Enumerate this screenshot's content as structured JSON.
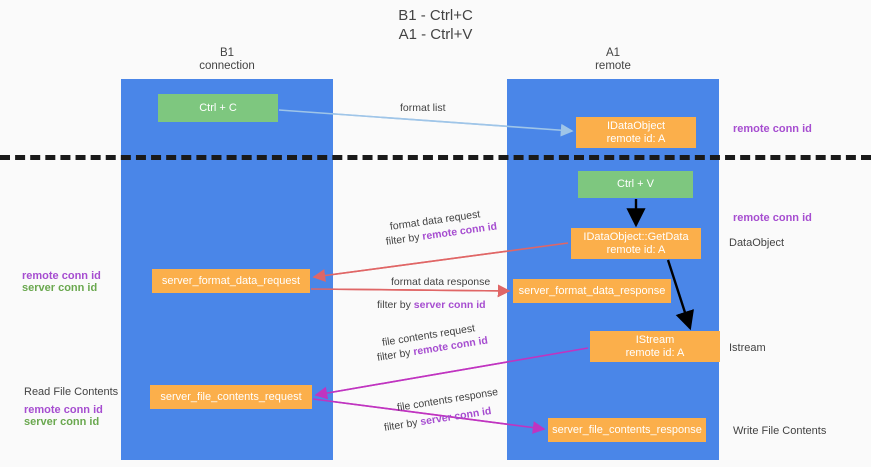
{
  "title_line1": "B1 - Ctrl+C",
  "title_line2": "A1 - Ctrl+V",
  "columns": {
    "b1": {
      "name": "B1",
      "role": "connection"
    },
    "a1": {
      "name": "A1",
      "role": "remote"
    }
  },
  "colors": {
    "lane": "#4a86e8",
    "green_node": "#7ec77f",
    "orange_node": "#fbaf4b",
    "remote_conn_id": "#a64dd0",
    "server_conn_id": "#6aa84f",
    "arrow_blue": "#9fc5e8",
    "arrow_black": "#000000",
    "arrow_red": "#e06666",
    "arrow_magenta": "#c034c0",
    "divider": "#1a1a1a"
  },
  "nodes": {
    "ctrl_c": {
      "label": "Ctrl + C"
    },
    "ctrl_v": {
      "label": "Ctrl + V"
    },
    "idataobject": {
      "line1": "IDataObject",
      "line2": "remote id: A"
    },
    "getdata": {
      "line1": "IDataObject::GetData",
      "line2": "remote id: A"
    },
    "istream": {
      "line1": "IStream",
      "line2": "remote id: A"
    },
    "server_format_data_request": {
      "label": "server_format_data_request"
    },
    "server_format_data_response": {
      "label": "server_format_data_response"
    },
    "server_file_contents_request": {
      "label": "server_file_contents_request"
    },
    "server_file_contents_response": {
      "label": "server_file_contents_response"
    }
  },
  "edges": {
    "format_list": {
      "label": "format list"
    },
    "format_data_request": {
      "label": "format data request",
      "filter_prefix": "filter by ",
      "filter_key": "remote conn id"
    },
    "format_data_response": {
      "label": "format data response",
      "filter_prefix": "filter by ",
      "filter_key": "server conn id"
    },
    "file_contents_request": {
      "label": "file contents request",
      "filter_prefix": "filter by ",
      "filter_key": "remote conn id"
    },
    "file_contents_response": {
      "label": "file contents response",
      "filter_prefix": "filter by ",
      "filter_key": "server conn id"
    }
  },
  "annotations": {
    "right_remote_conn_id_top": "remote conn id",
    "right_remote_conn_id_mid": "remote conn id",
    "right_dataobject": "DataObject",
    "right_istream": "Istream",
    "right_write_file_contents": "Write File Contents",
    "left_remote_conn_id": "remote conn id",
    "left_server_conn_id": "server conn id",
    "left_read_file_contents": "Read File Contents",
    "left_remote_conn_id_2": "remote conn id",
    "left_server_conn_id_2": "server conn id"
  }
}
